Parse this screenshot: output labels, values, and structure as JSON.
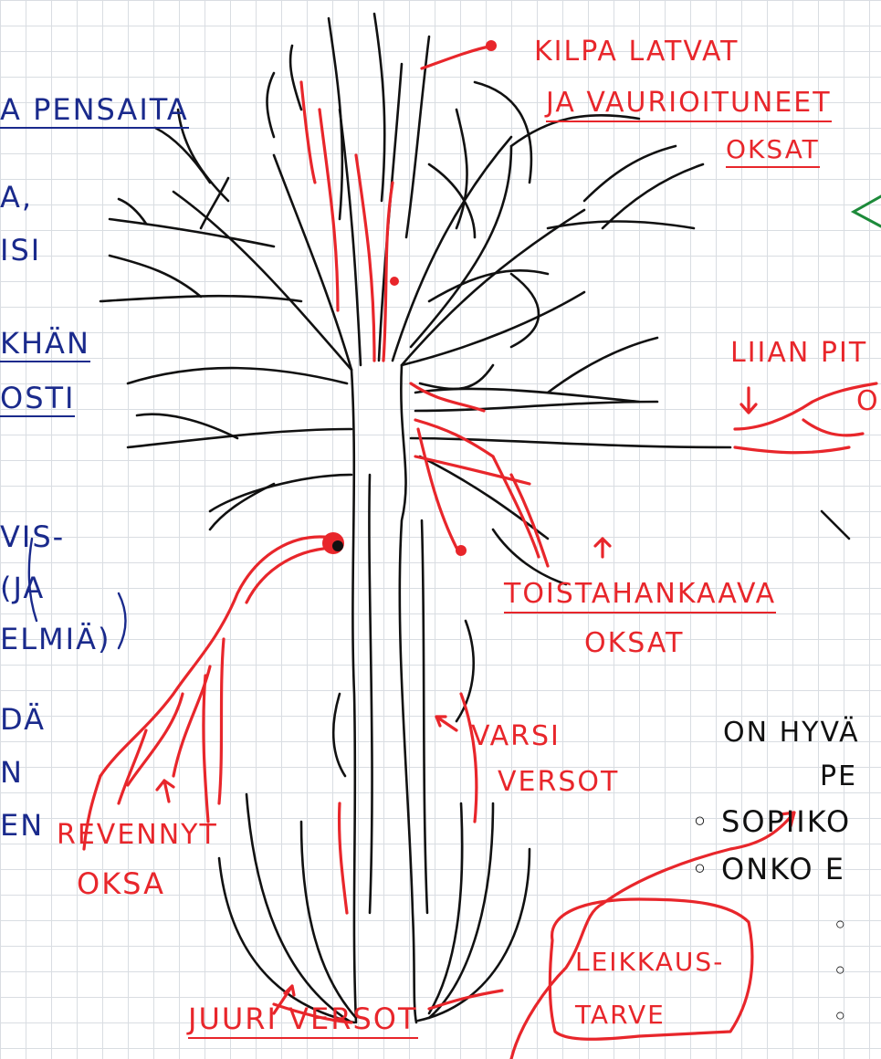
{
  "labels": {
    "kilpa_line1": "KILPA LATVAT",
    "kilpa_line2": "JA VAURIOITUNEET",
    "kilpa_line3": "OKSAT",
    "liian_line1": "LIIAN PIT",
    "liian_line2": "O",
    "toista_line1": "TOISTAHANKAAVA",
    "toista_line2": "OKSAT",
    "varsi_line1": "VARSI",
    "varsi_line2": "VERSOT",
    "revennyt_line1": "REVENNYT",
    "revennyt_line2": "OKSA",
    "juuri": "JUURI VERSOT",
    "leikkaus_line1": "LEIKKAUS-",
    "leikkaus_line2": "TARVE"
  },
  "right_notes": {
    "heading1": "ON HYVÄ",
    "heading2": "PE",
    "bullet1": "SOPIIKO",
    "bullet2": "ONKO E",
    "bullet3": "",
    "bullet4": "",
    "bullet5": ""
  },
  "left_notes": {
    "title": "A PENSAITA",
    "line1": "A,",
    "line2": "ISI",
    "line3": "KHÄN",
    "line4": "OSTI",
    "line5": "VIS-",
    "line6": "(JA",
    "line7": "ELMIÄ)",
    "line8": "DÄ",
    "line9": "N",
    "line10": "EN"
  },
  "colors": {
    "ink_black": "#111111",
    "ink_red": "#e8262b",
    "ink_blue": "#1a2a8c",
    "ink_green": "#1d8a3a",
    "grid": "#d9dde2"
  }
}
